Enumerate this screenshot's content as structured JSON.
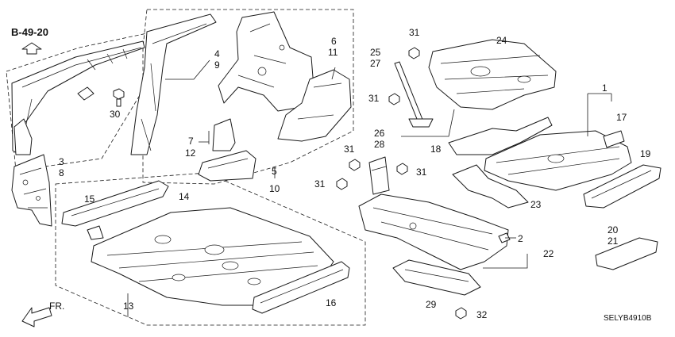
{
  "diagram": {
    "reference_code": "B-49-20",
    "drawing_number": "SELYB4910B",
    "front_label": "FR.",
    "callouts": {
      "c1": "1",
      "c2": "2",
      "c3": "3",
      "c4": "4",
      "c5": "5",
      "c6": "6",
      "c7": "7",
      "c8": "8",
      "c9": "9",
      "c10": "10",
      "c11": "11",
      "c12": "12",
      "c13": "13",
      "c14": "14",
      "c15": "15",
      "c16": "16",
      "c17": "17",
      "c18": "18",
      "c19": "19",
      "c20": "20",
      "c21": "21",
      "c22": "22",
      "c23": "23",
      "c24": "24",
      "c25": "25",
      "c26": "26",
      "c27": "27",
      "c28": "28",
      "c29": "29",
      "c30": "30",
      "c31a": "31",
      "c31b": "31",
      "c31c": "31",
      "c31d": "31",
      "c31e": "31",
      "c32": "32"
    }
  }
}
